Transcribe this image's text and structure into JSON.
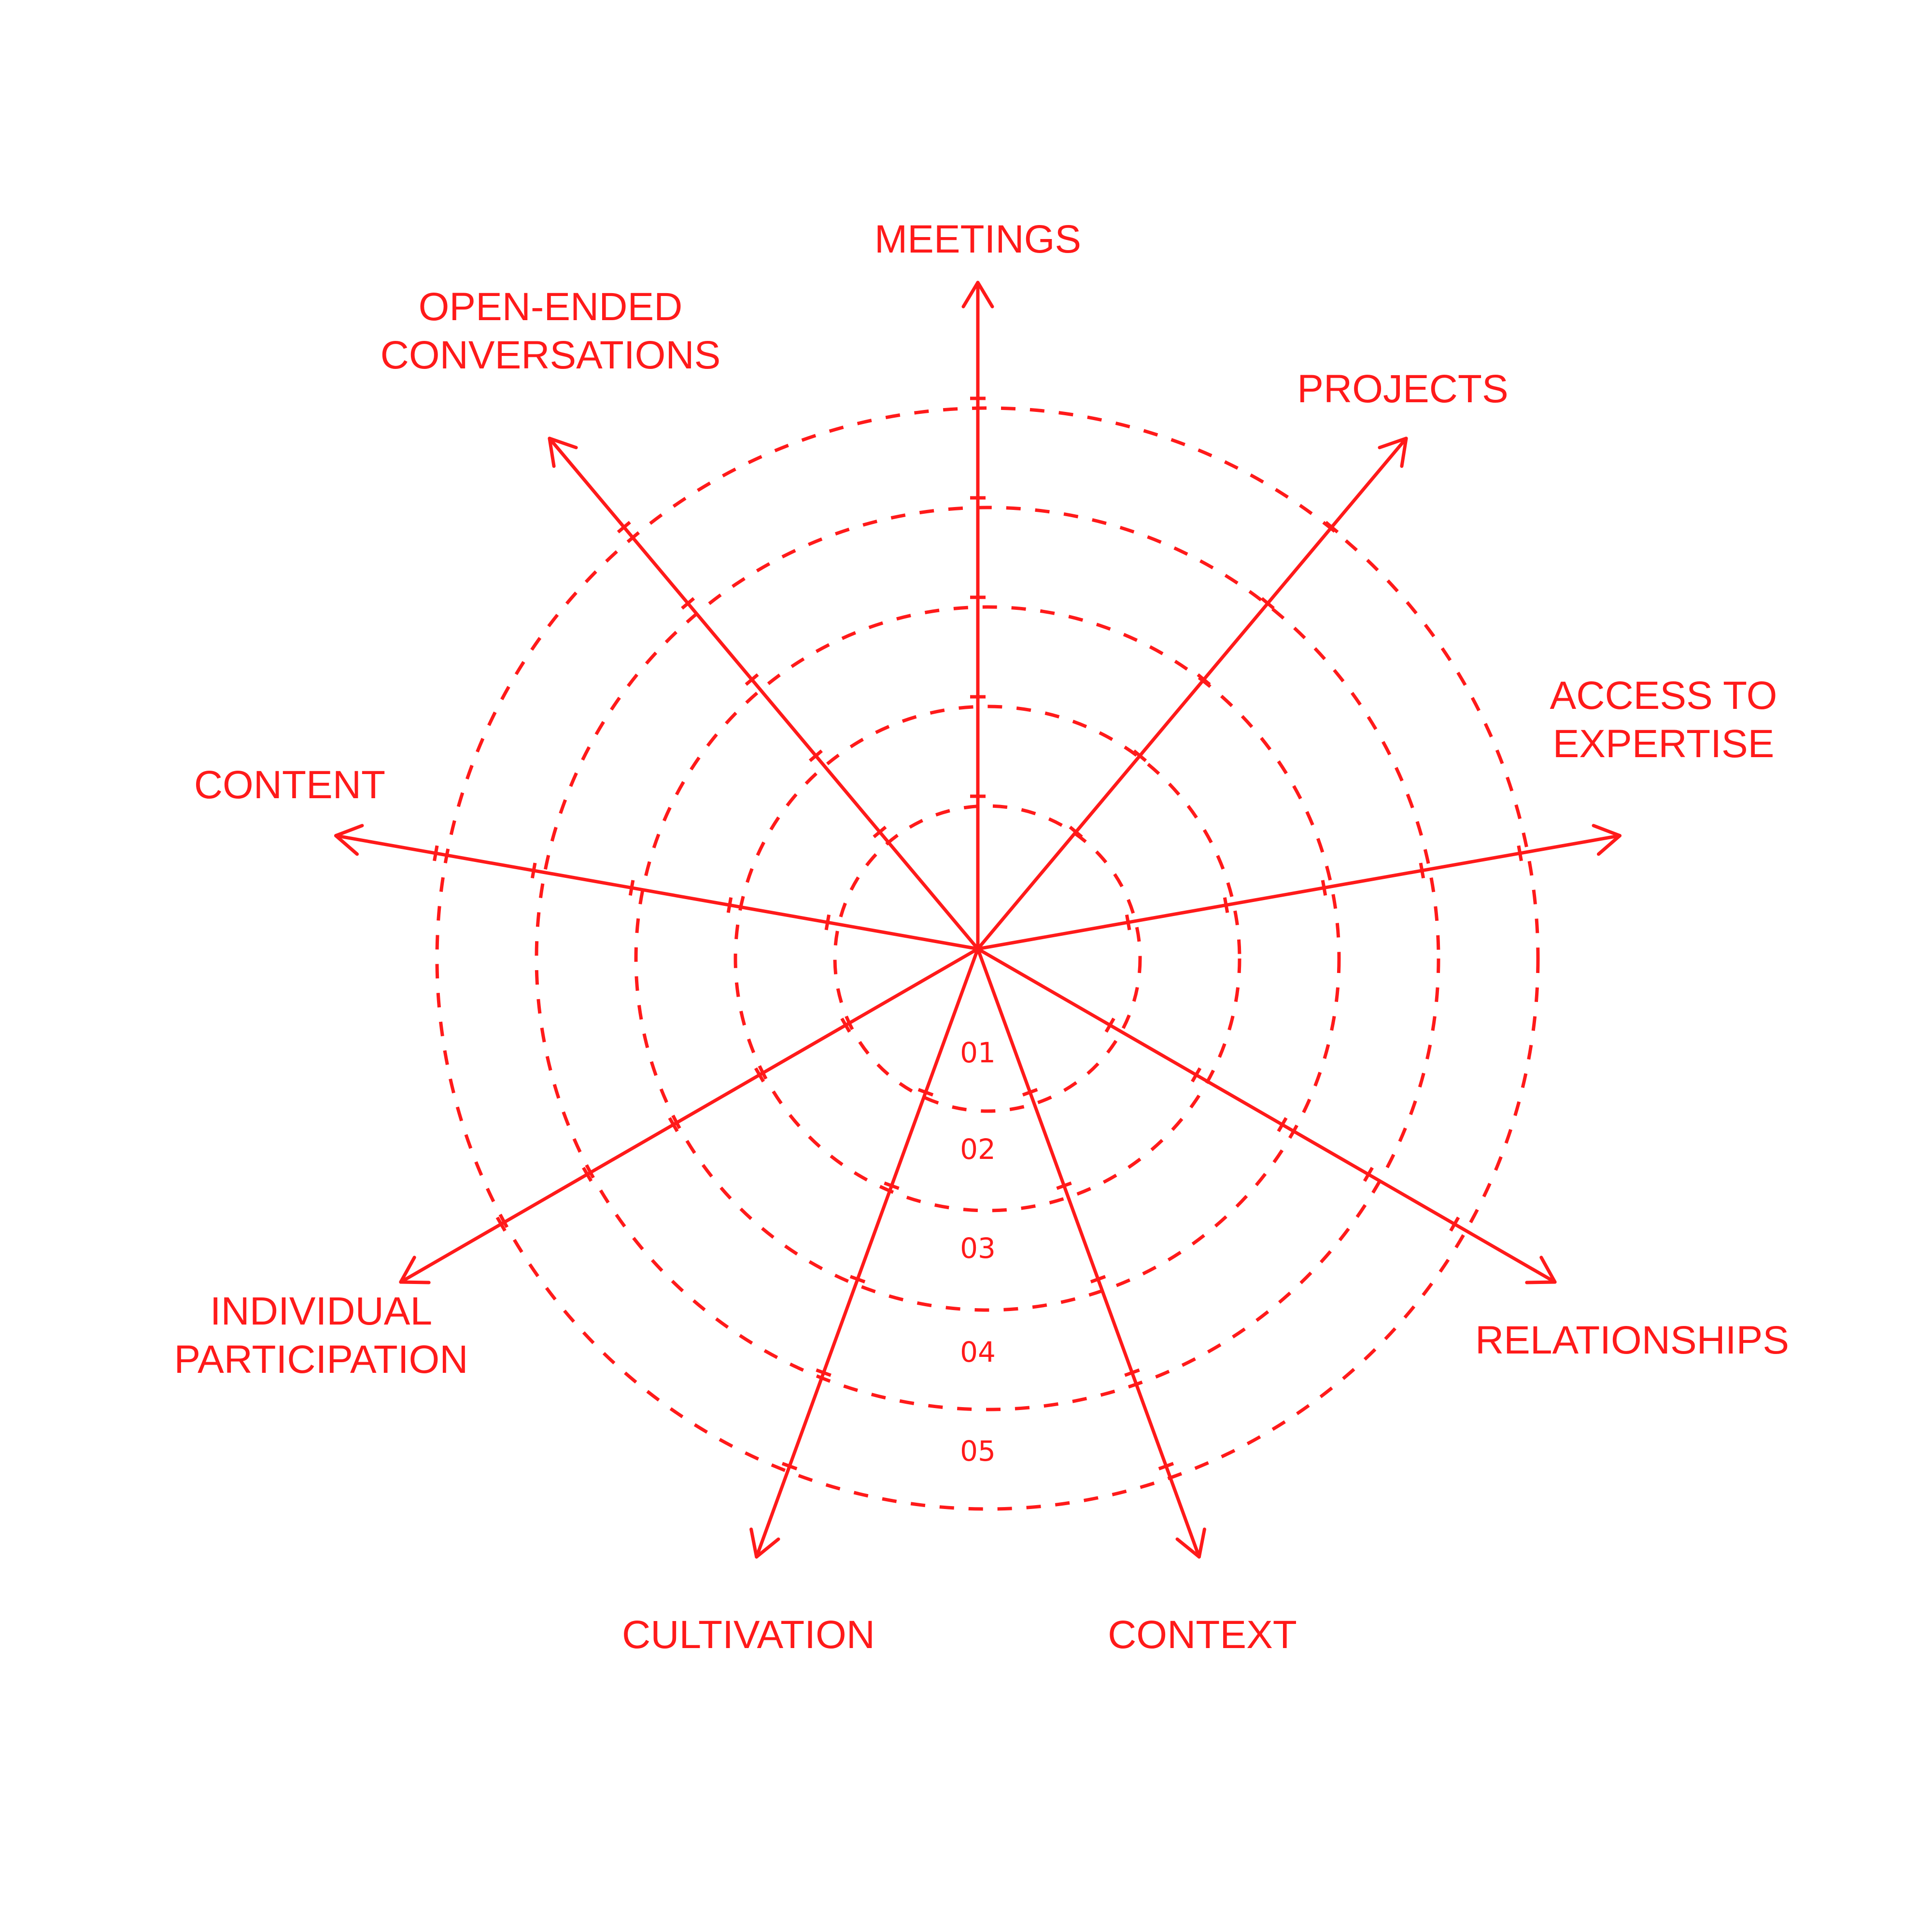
{
  "diagram": {
    "accent_color": "#ff1a1a",
    "axes": [
      {
        "id": "meetings",
        "label_lines": [
          "MEETINGS"
        ]
      },
      {
        "id": "projects",
        "label_lines": [
          "PROJECTS"
        ]
      },
      {
        "id": "access-to-expertise",
        "label_lines": [
          "ACCESS TO",
          "EXPERTISE"
        ]
      },
      {
        "id": "relationships",
        "label_lines": [
          "RELATIONSHIPS"
        ]
      },
      {
        "id": "context",
        "label_lines": [
          "CONTEXT"
        ]
      },
      {
        "id": "cultivation",
        "label_lines": [
          "CULTIVATION"
        ]
      },
      {
        "id": "individual-participation",
        "label_lines": [
          "INDIVIDUAL",
          "PARTICIPATION"
        ]
      },
      {
        "id": "content",
        "label_lines": [
          "CONTENT"
        ]
      },
      {
        "id": "open-ended-conversations",
        "label_lines": [
          "OPEN-ENDED",
          "CONVERSATIONS"
        ]
      }
    ],
    "rings": [
      "01",
      "02",
      "03",
      "04",
      "05"
    ],
    "ring_style": "dashed",
    "axis_style": "arrow"
  }
}
